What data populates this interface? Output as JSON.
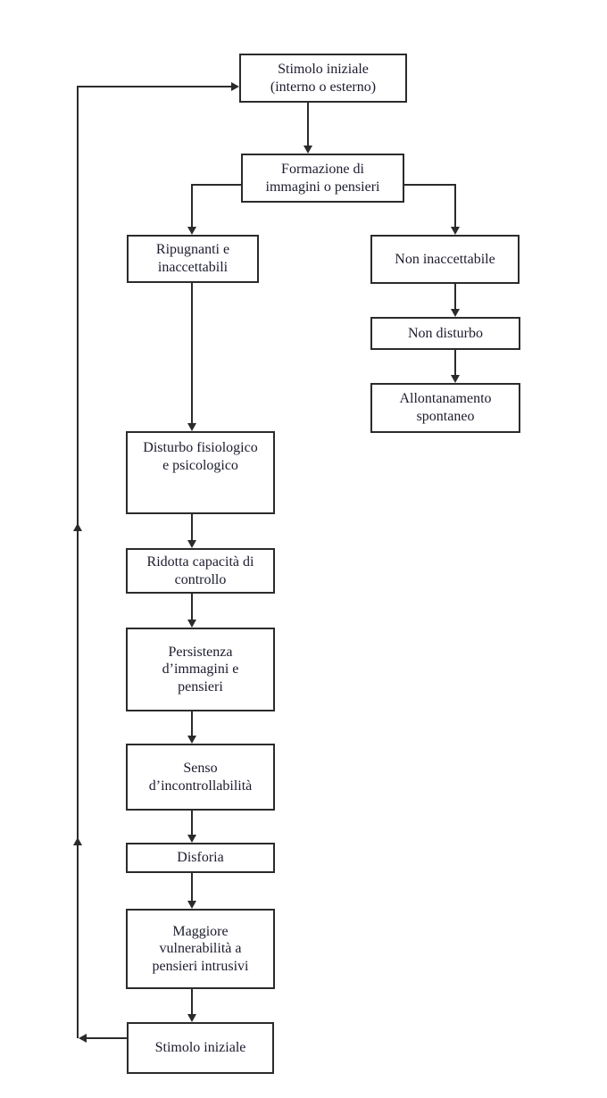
{
  "diagram": {
    "type": "flowchart",
    "language": "it",
    "background_color": "#ffffff",
    "line_color": "#2b2b2b",
    "text_color": "#1c1c2e"
  },
  "nodes": {
    "stimolo_iniziale_top": {
      "label": "Stimolo iniziale\n(interno o esterno)"
    },
    "formazione": {
      "label": "Formazione di\nimmagini o pensieri"
    },
    "ripugnanti": {
      "label": "Ripugnanti e\ninaccettabili"
    },
    "non_inaccettabile": {
      "label": "Non inaccettabile"
    },
    "non_disturbo": {
      "label": "Non disturbo"
    },
    "allontanamento": {
      "label": "Allontanamento\nspontaneo"
    },
    "disturbo_fisiologico": {
      "label": "Disturbo fisiologico\ne psicologico"
    },
    "ridotta_capacita": {
      "label": "Ridotta capacità di\ncontrollo"
    },
    "persistenza": {
      "label": "Persistenza\nd’immagini e\npensieri"
    },
    "senso_incontrollabilita": {
      "label": "Senso\nd’incontrollabilità"
    },
    "disforia": {
      "label": "Disforia"
    },
    "maggiore_vulnerabilita": {
      "label": "Maggiore\nvulnerabilità a\npensieri intrusivi"
    },
    "stimolo_iniziale_bottom": {
      "label": "Stimolo iniziale"
    }
  },
  "edges": [
    {
      "from": "stimolo_iniziale_top",
      "to": "formazione"
    },
    {
      "from": "formazione",
      "to": "ripugnanti"
    },
    {
      "from": "formazione",
      "to": "non_inaccettabile"
    },
    {
      "from": "non_inaccettabile",
      "to": "non_disturbo"
    },
    {
      "from": "non_disturbo",
      "to": "allontanamento"
    },
    {
      "from": "ripugnanti",
      "to": "disturbo_fisiologico"
    },
    {
      "from": "disturbo_fisiologico",
      "to": "ridotta_capacita"
    },
    {
      "from": "ridotta_capacita",
      "to": "persistenza"
    },
    {
      "from": "persistenza",
      "to": "senso_incontrollabilita"
    },
    {
      "from": "senso_incontrollabilita",
      "to": "disforia"
    },
    {
      "from": "disforia",
      "to": "maggiore_vulnerabilita"
    },
    {
      "from": "maggiore_vulnerabilita",
      "to": "stimolo_iniziale_bottom"
    },
    {
      "from": "stimolo_iniziale_bottom",
      "to": "stimolo_iniziale_top",
      "type": "feedback-loop"
    }
  ]
}
